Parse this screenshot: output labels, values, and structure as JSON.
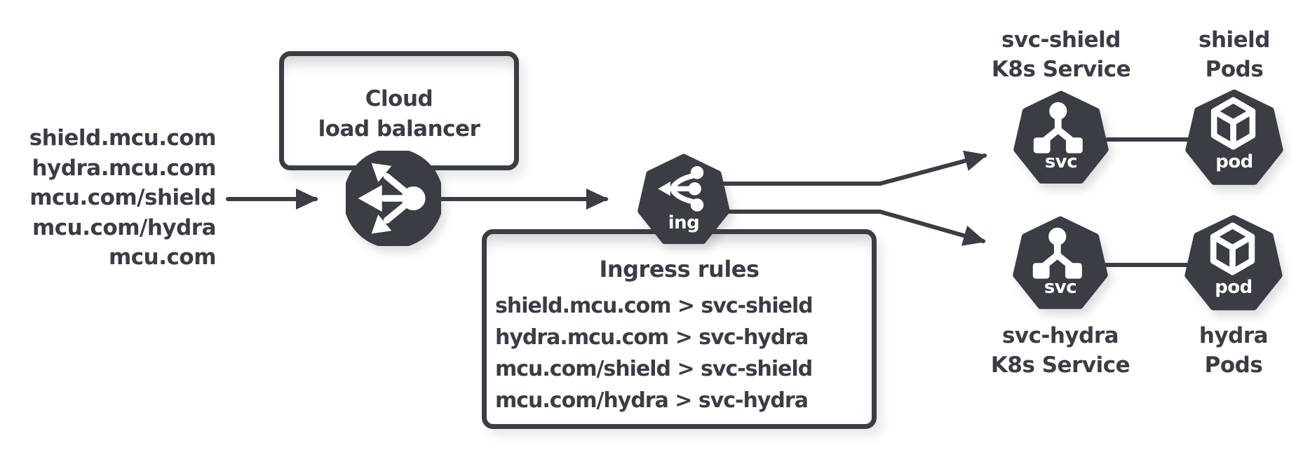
{
  "colors": {
    "ink": "#3a3d44",
    "background": "#ffffff",
    "icon_glyph": "#ffffff"
  },
  "traffic_sources": {
    "lines": [
      "shield.mcu.com",
      "hydra.mcu.com",
      "mcu.com/shield",
      "mcu.com/hydra",
      "mcu.com"
    ]
  },
  "load_balancer": {
    "title_line1": "Cloud",
    "title_line2": "load balancer"
  },
  "ingress": {
    "node_label": "ing",
    "rules_title": "Ingress rules",
    "rules": [
      "shield.mcu.com > svc-shield",
      "hydra.mcu.com > svc-hydra",
      "mcu.com/shield > svc-shield",
      "mcu.com/hydra > svc-hydra"
    ]
  },
  "services": [
    {
      "label_line1": "svc-shield",
      "label_line2": "K8s Service",
      "node_label": "svc"
    },
    {
      "label_line1": "svc-hydra",
      "label_line2": "K8s Service",
      "node_label": "svc"
    }
  ],
  "pods": [
    {
      "label_line1": "shield",
      "label_line2": "Pods",
      "node_label": "pod"
    },
    {
      "label_line1": "hydra",
      "label_line2": "Pods",
      "node_label": "pod"
    }
  ]
}
